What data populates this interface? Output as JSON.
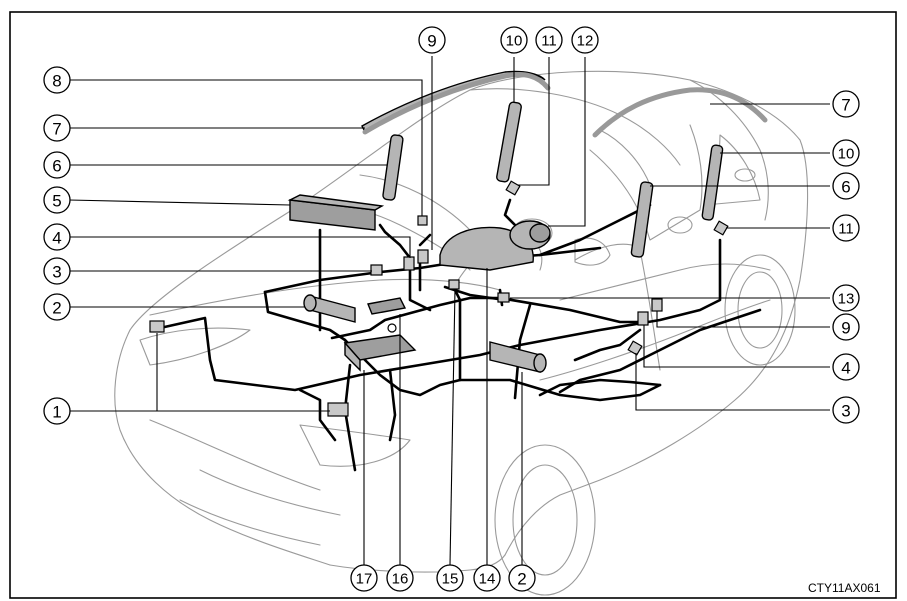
{
  "figure_code": "CTY11AX061",
  "callouts": [
    {
      "label": "1"
    },
    {
      "label": "2"
    },
    {
      "label": "3"
    },
    {
      "label": "4"
    },
    {
      "label": "5"
    },
    {
      "label": "6"
    },
    {
      "label": "7"
    },
    {
      "label": "8"
    },
    {
      "label": "9"
    },
    {
      "label": "10"
    },
    {
      "label": "11"
    },
    {
      "label": "12"
    },
    {
      "label": "7"
    },
    {
      "label": "10"
    },
    {
      "label": "6"
    },
    {
      "label": "11"
    },
    {
      "label": "13"
    },
    {
      "label": "9"
    },
    {
      "label": "4"
    },
    {
      "label": "3"
    },
    {
      "label": "17"
    },
    {
      "label": "16"
    },
    {
      "label": "15"
    },
    {
      "label": "14"
    },
    {
      "label": "2"
    }
  ]
}
